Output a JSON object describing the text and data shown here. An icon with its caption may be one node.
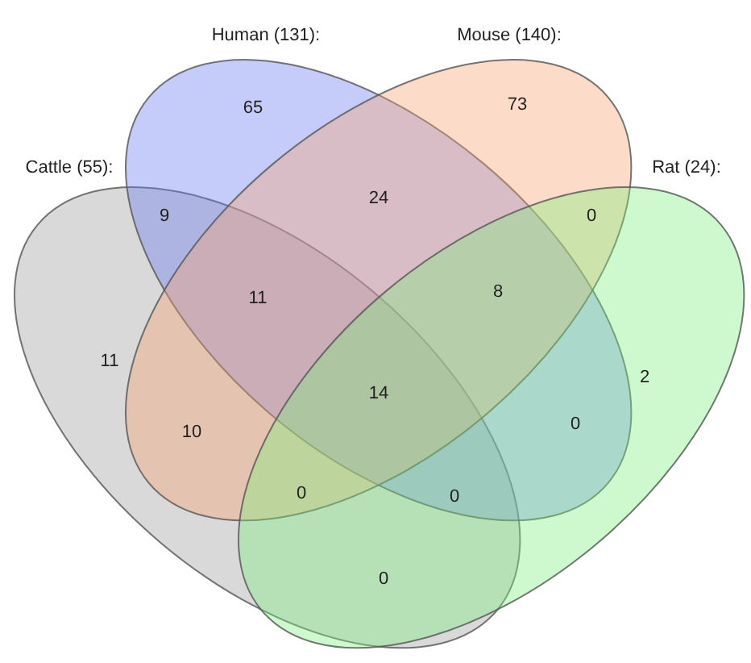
{
  "diagram": {
    "nodes": [
      {
        "text": [
          "Human (131):"
        ]
      },
      {
        "text": [
          "Mouse (140):"
        ]
      },
      {
        "text": [
          "Cattle (55):"
        ]
      },
      {
        "text": [
          "Rat (24):"
        ]
      }
    ],
    "labels": [
      "65",
      "73",
      "24",
      "9",
      "0",
      "11",
      "8",
      "11",
      "14",
      "2",
      "10",
      "0",
      "0",
      "0",
      "0"
    ]
  }
}
